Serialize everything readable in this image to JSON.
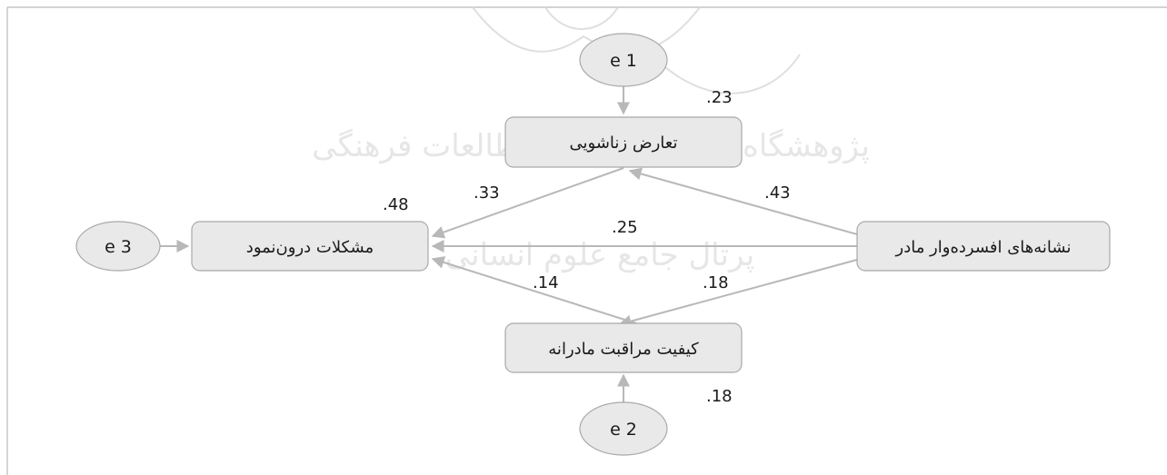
{
  "nodes": {
    "marital_conflict": "تعارض زناشویی",
    "internalizing_problems": "مشکلات درون‌نمود",
    "maternal_depression": "نشانه‌های افسرده‌وار مادر",
    "maternal_care_quality": "کیفیت مراقبت مادرانه"
  },
  "errors": {
    "e1": "e 1",
    "e2": "e 2",
    "e3": "e 3"
  },
  "r_squared": {
    "marital_conflict": ".23",
    "internalizing_problems": ".48",
    "maternal_care_quality": ".18"
  },
  "paths": {
    "depression_to_conflict": ".43",
    "conflict_to_internalizing": ".33",
    "depression_to_internalizing": ".25",
    "depression_to_care": ".18",
    "care_to_internalizing": ".14"
  },
  "watermark": {
    "line1": "پژوهشگاه علوم انسانی و مطالعات فرهنگی",
    "line2": "پرتال جامع علوم انسانی"
  },
  "colors": {
    "box_fill": "#e9e9e9",
    "box_border": "#a9a9a9",
    "arrow": "#b8b8b8",
    "frame": "#b9b9b9"
  }
}
